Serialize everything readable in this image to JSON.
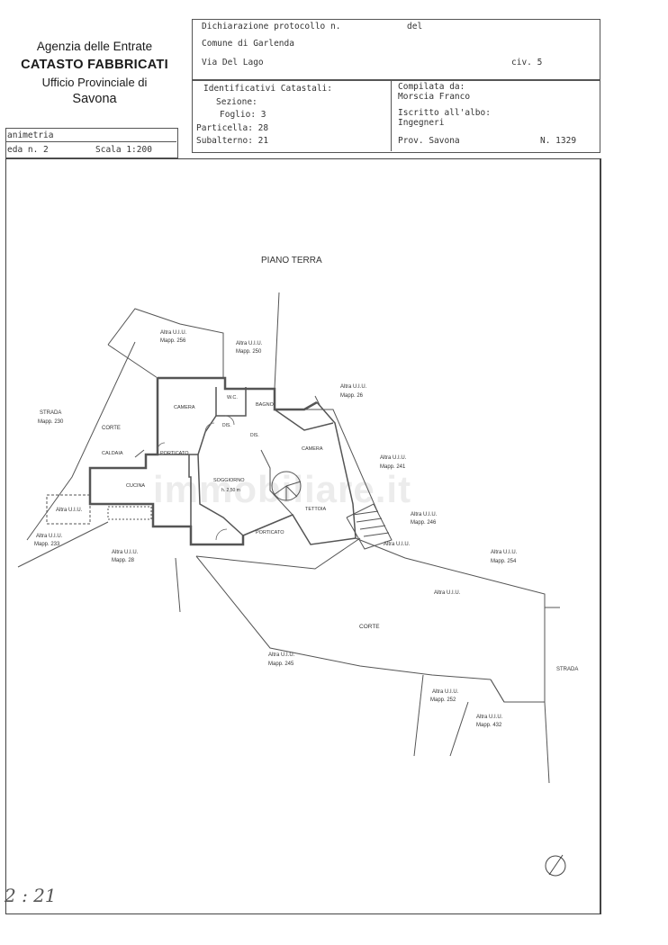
{
  "agency": {
    "line1": "Agenzia delle Entrate",
    "line2": "CATASTO FABBRICATI",
    "line3": "Ufficio Provinciale di",
    "line4": "Savona"
  },
  "header": {
    "dichiarazione": "Dichiarazione protocollo n.",
    "del": "del",
    "comune": "Comune di Garlenda",
    "via": "Via Del Lago",
    "civ": "civ. 5",
    "identificativi": "Identificativi Catastali:",
    "sezione": "Sezione:",
    "foglio": "Foglio: 3",
    "particella": "Particella: 28",
    "subalterno": "Subalterno: 21",
    "compilata": "Compilata da:",
    "compilatore": "Morscia Franco",
    "iscritto": "Iscritto all'albo:",
    "albo": "Ingegneri",
    "prov": "Prov. Savona",
    "numero": "N. 1329",
    "planimetria": "animetria",
    "scheda": "eda n. 2",
    "scala": "Scala 1:200"
  },
  "plan": {
    "title": "PIANO TERRA",
    "labels": {
      "altra_256": "Altra U.I.U.",
      "mapp_256": "Mapp. 256",
      "altra_250": "Altra U.I.U.",
      "mapp_250": "Mapp. 250",
      "altra_26": "Altra U.I.U.",
      "mapp_26": "Mapp. 26",
      "strada_left": "STRADA",
      "mapp_230": "Mapp. 230",
      "corte_left": "CORTE",
      "camera1": "CAMERA",
      "wc": "W.C.",
      "bagno": "BAGNO",
      "dis1": "DIS.",
      "dis2": "DIS.",
      "camera2": "CAMERA",
      "caldaia": "CALDAIA",
      "porticato1": "PORTICATO",
      "soggiorno": "SOGGIORNO",
      "h": "h. 2,50 m",
      "altra_241": "Altra U.I.U.",
      "mapp_241": "Mapp. 241",
      "cucina": "CUCINA",
      "altra_inner": "Altra U.I.U.",
      "altra_233": "Altra U.I.U.",
      "mapp_233": "Mapp. 233",
      "altra_28": "Altra U.I.U.",
      "mapp_28": "Mapp. 28",
      "tettoia": "TETTOIA",
      "porticato2": "PORTICATO",
      "altra_246": "Altra U.I.U.",
      "mapp_246": "Mapp. 246",
      "altra_stair": "Altra U.I.U.",
      "altra_254": "Altra U.I.U.",
      "mapp_254": "Mapp. 254",
      "altra_mid": "Altra U.I.U.",
      "corte_main": "CORTE",
      "altra_245": "Altra U.I.U.",
      "mapp_245": "Mapp. 245",
      "strada_right": "STRADA",
      "altra_252": "Altra U.I.U.",
      "mapp_252": "Mapp. 252",
      "altra_432": "Altra U.I.U.",
      "mapp_432": "Mapp. 432"
    }
  },
  "footer": {
    "handwritten": "2 : 21"
  },
  "watermark": "immobiliare.it"
}
